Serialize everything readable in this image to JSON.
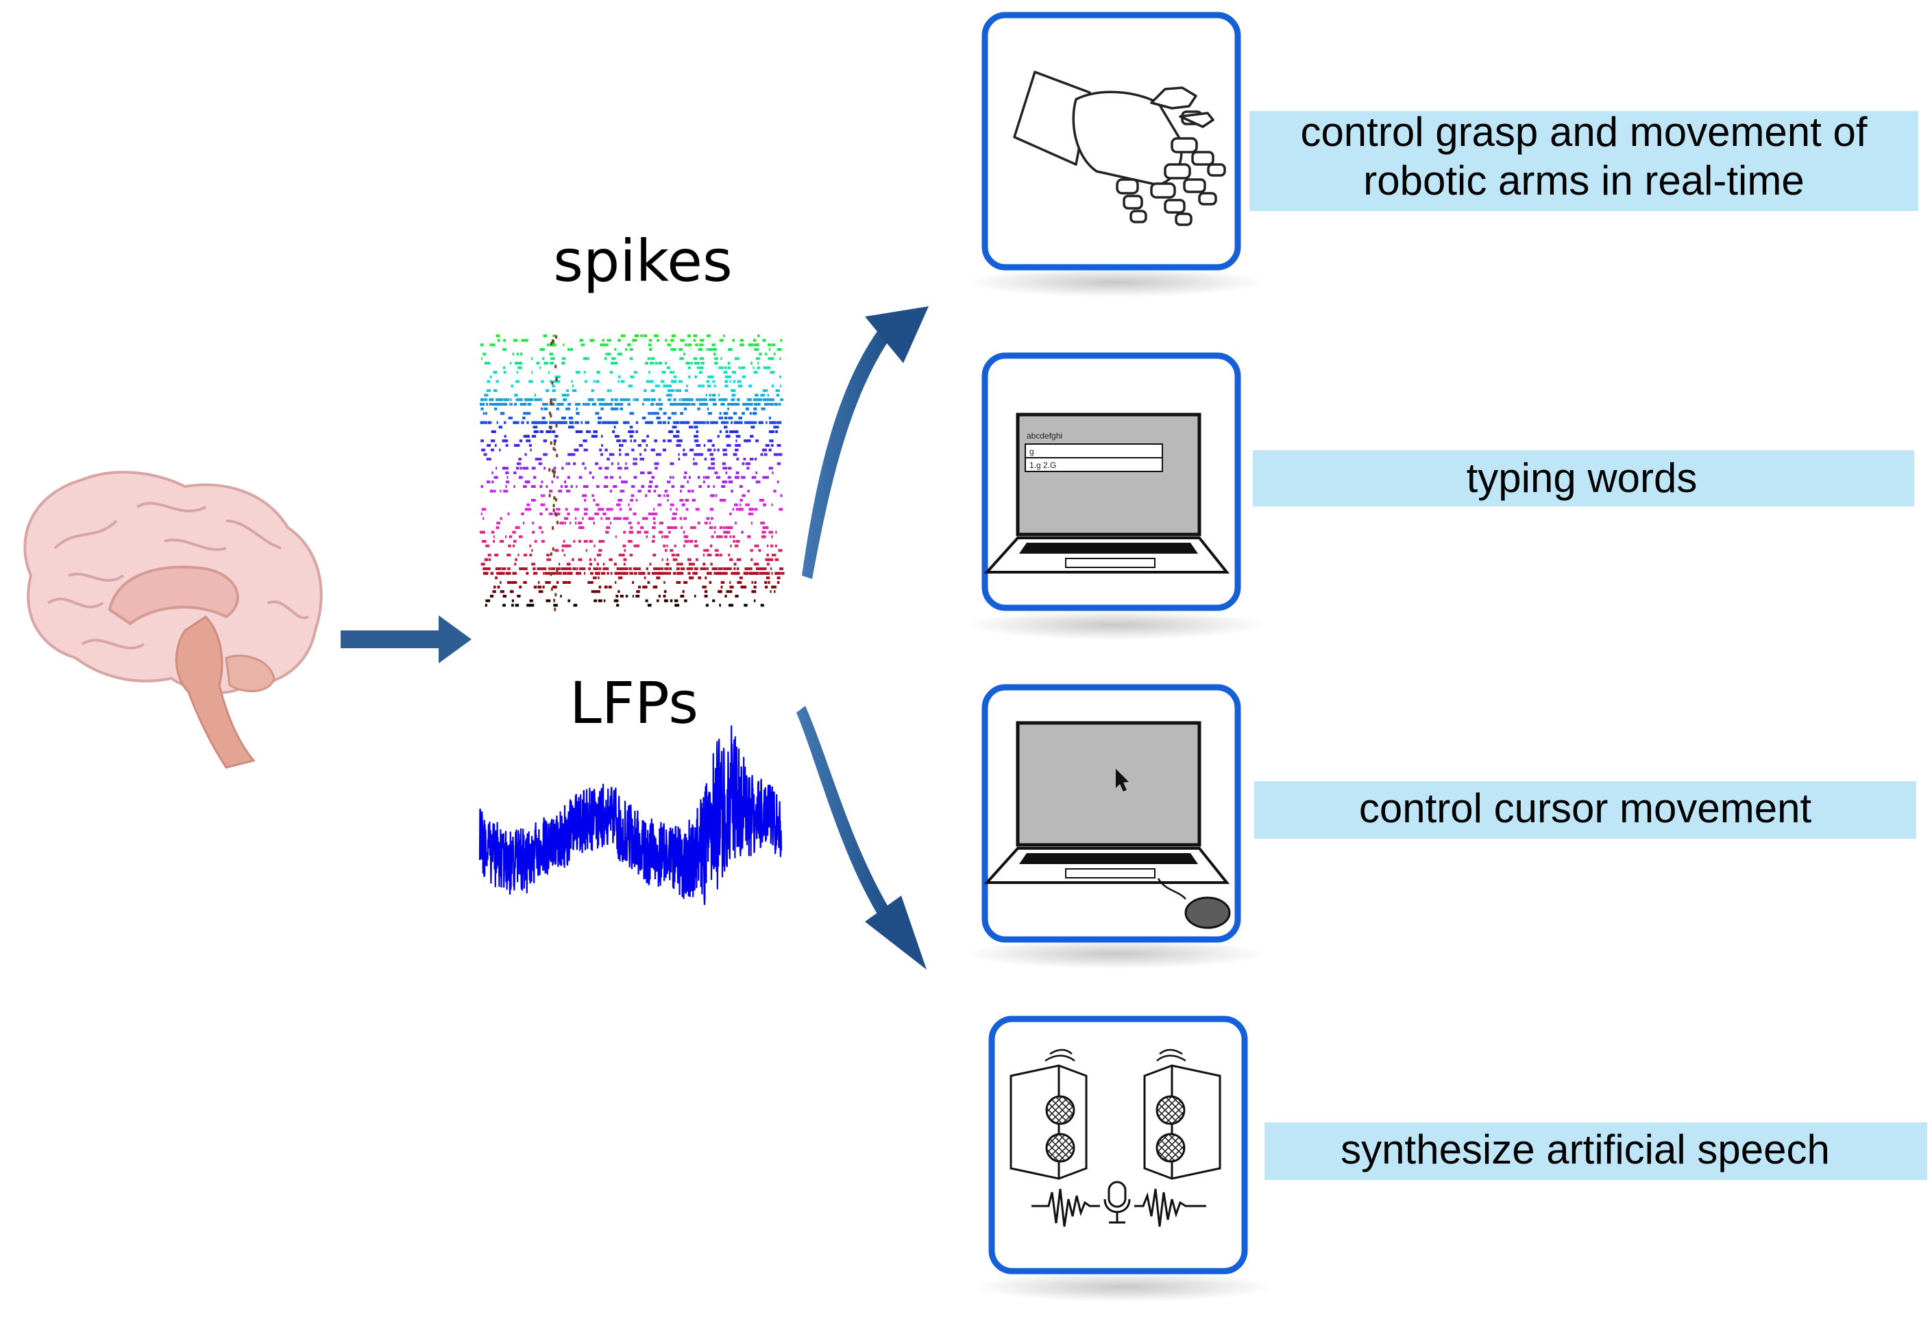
{
  "figure": {
    "signal_labels": {
      "spikes": "spikes",
      "lfps": "LFPs"
    },
    "applications": [
      {
        "id": "robotic-arm",
        "label_lines": [
          "control grasp and movement of",
          "robotic arms in real-time"
        ]
      },
      {
        "id": "typing",
        "label_lines": [
          "typing words"
        ]
      },
      {
        "id": "cursor",
        "label_lines": [
          "control cursor movement"
        ]
      },
      {
        "id": "speech",
        "label_lines": [
          "synthesize artificial speech"
        ]
      }
    ],
    "laptop_screen_text": {
      "line1": "abcdefghi",
      "line2": "g",
      "line3": "1.g  2.G"
    },
    "colors": {
      "frame_blue": "#1560d8",
      "label_bg": "#bfe6f7",
      "arrow_blue": "#2d5d92",
      "lfp_blue": "#0000ee",
      "brain_pink": "#f4cfcf",
      "brainstem": "#e3a494",
      "screen_gray": "#b9b9b9"
    }
  }
}
